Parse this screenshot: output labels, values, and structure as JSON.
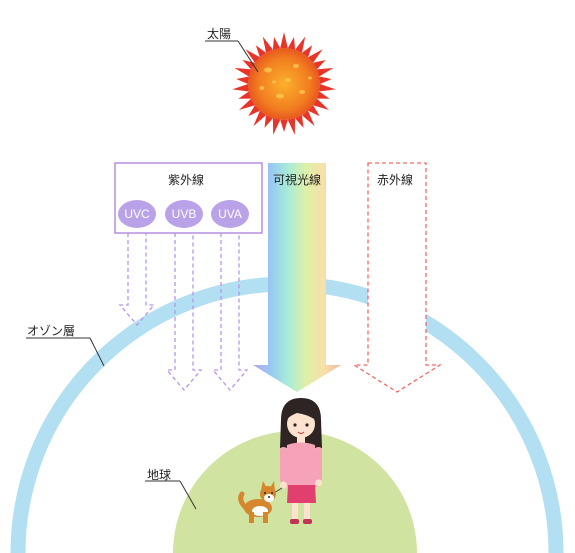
{
  "labels": {
    "sun": "太陽",
    "uv": "紫外線",
    "visible": "可視光線",
    "infrared": "赤外線",
    "ozone": "オゾン層",
    "earth": "地球"
  },
  "uv_types": [
    "UVC",
    "UVB",
    "UVA"
  ],
  "colors": {
    "ozone_layer": "#b3dff2",
    "earth": "#d1e3a0",
    "uv_frame": "#b98fe3",
    "uv_bubble": "#b9a2e8",
    "uv_arrow": "#b896e6",
    "infrared_arrow": "#ee6a6a",
    "sun_core": "#f07a1f",
    "sun_rays": "#e8352a"
  },
  "icons": [
    "sun-illustration",
    "girl-illustration",
    "dog-illustration"
  ]
}
